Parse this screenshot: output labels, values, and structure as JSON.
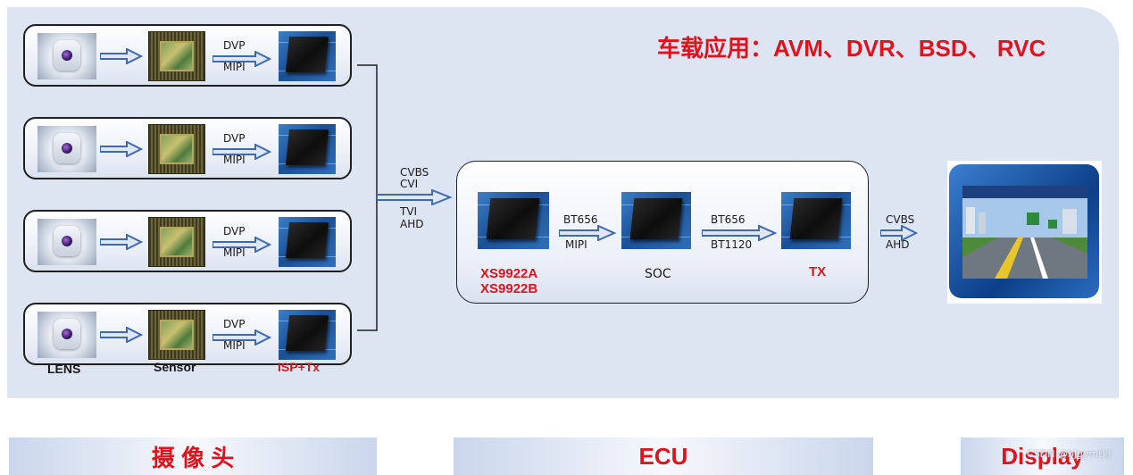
{
  "title": "车载应用：AVM、DVR、BSD、 RVC",
  "camera_rows": [
    {
      "top_proto": "DVP",
      "bottom_proto": "MIPI"
    },
    {
      "top_proto": "DVP",
      "bottom_proto": "MIPI"
    },
    {
      "top_proto": "DVP",
      "bottom_proto": "MIPI"
    },
    {
      "top_proto": "DVP",
      "bottom_proto": "MIPI"
    }
  ],
  "component_labels": {
    "lens": "LENS",
    "sensor": "Sensor",
    "isp": "ISP+Tx"
  },
  "link_to_ecu": [
    "CVBS",
    "CVI",
    "TVI",
    "AHD"
  ],
  "ecu": {
    "chip1_label_line1": "XS9922A",
    "chip1_label_line2": "XS9922B",
    "link1_top": "BT656",
    "link1_bottom": "MIPI",
    "chip2_label": "SOC",
    "link2_top": "BT656",
    "link2_bottom": "BT1120",
    "chip3_label": "TX"
  },
  "link_to_display": [
    "CVBS",
    "AHD"
  ],
  "footer": {
    "camera": "摄 像 头",
    "ecu": "ECU",
    "display": "Display"
  },
  "watermark": "CSDN @bjgymtkj",
  "colors": {
    "accent_red": "#e0121b",
    "arrow_blue": "#3f68b5",
    "panel": "#dde5f3"
  }
}
